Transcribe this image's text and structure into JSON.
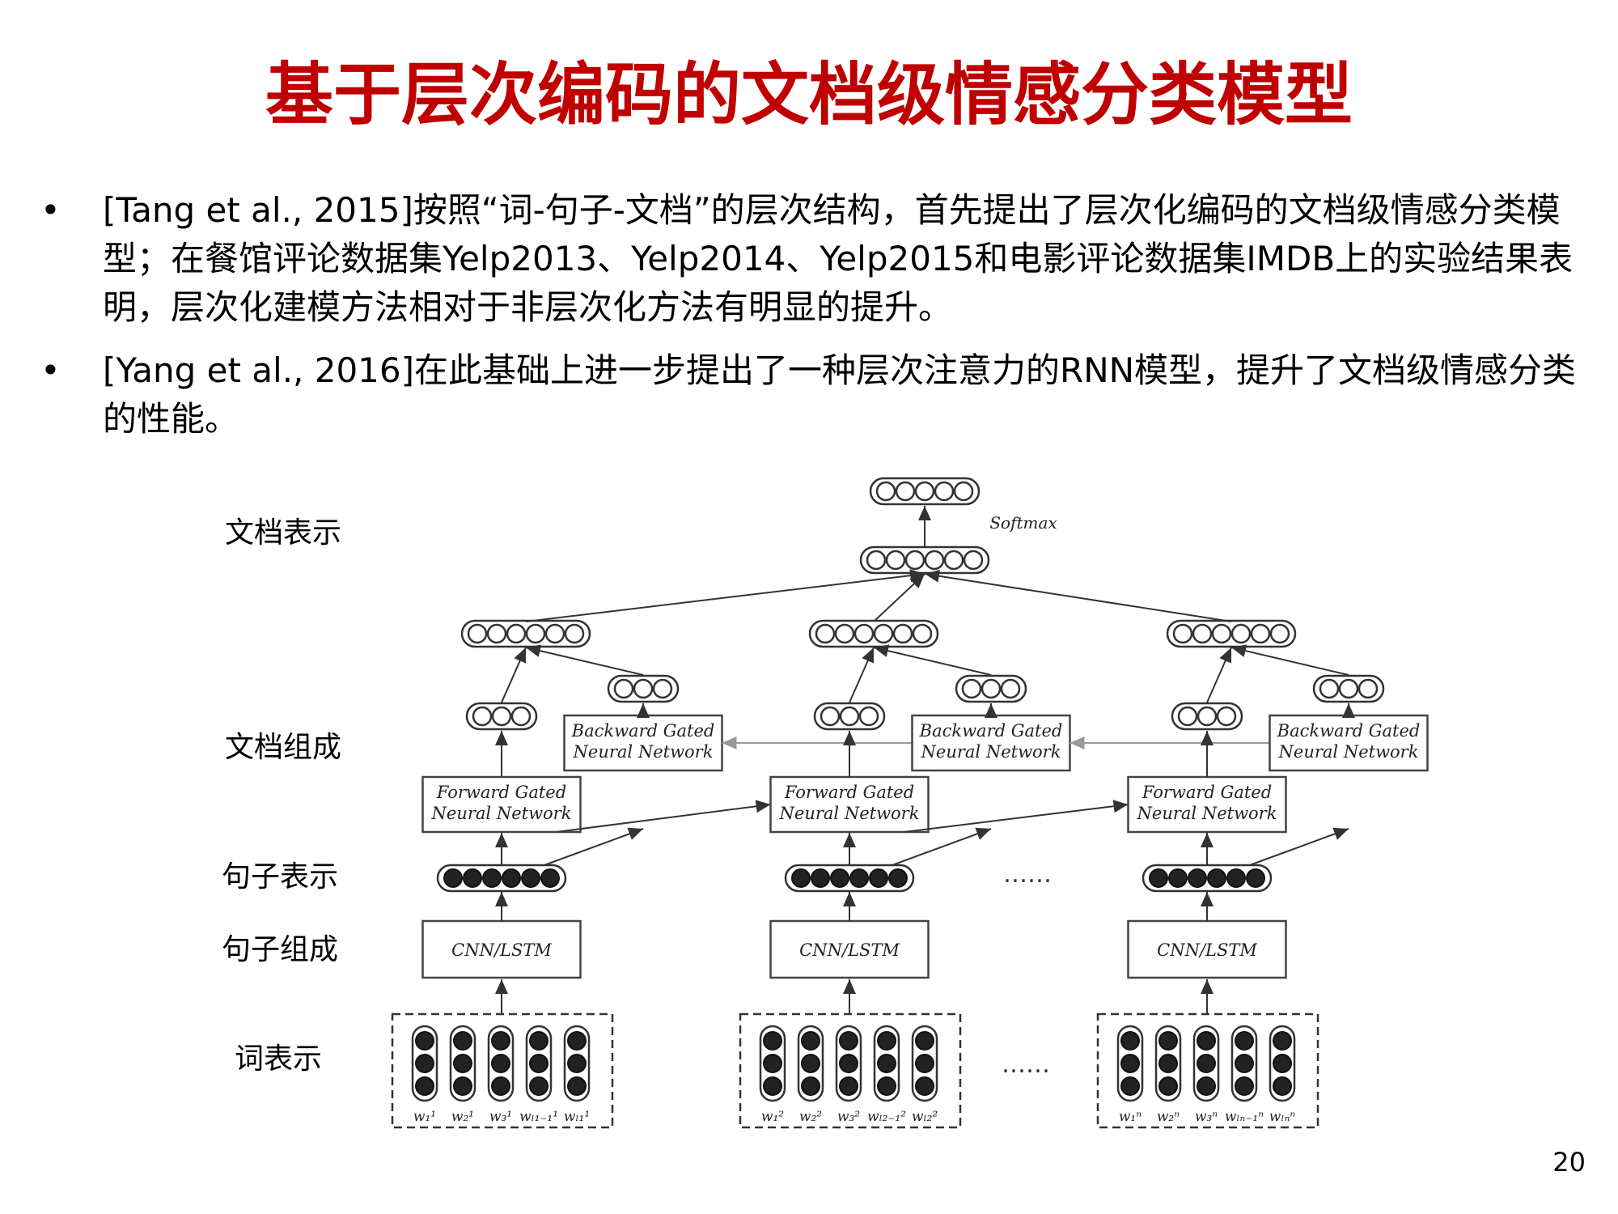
{
  "title": "基于层次编码的文档级情感分类模型",
  "bullets": [
    {
      "marker": "•",
      "text": "[Tang et al., 2015]按照“词-句子-文档”的层次结构，首先提出了层次化编码的文档级情感分类模型；在餐馆评论数据集Yelp2013、Yelp2014、Yelp2015和电影评论数据集IMDB上的实验结果表明，层次化建模方法相对于非层次化方法有明显的提升。"
    },
    {
      "marker": "•",
      "text": "[Yang et al., 2016]在此基础上进一步提出了一种层次注意力的RNN模型，提升了文档级情感分类的性能。"
    }
  ],
  "diagram": {
    "levels": {
      "doc_repr": "文档表示",
      "doc_comp": "文档组成",
      "sent_repr": "句子表示",
      "sent_comp": "句子组成",
      "word_repr": "词表示"
    },
    "softmax": "Softmax",
    "forward_line1": "Forward Gated",
    "forward_line2": "Neural Network",
    "backward_line1": "Backward Gated",
    "backward_line2": "Neural Network",
    "sentence_encoder": "CNN/LSTM",
    "ellipsis": "……",
    "word_labels": [
      [
        "w₁¹",
        "w₂¹",
        "w₃¹",
        "wₗ₁₋₁¹",
        "wₗ₁¹"
      ],
      [
        "w₁²",
        "w₂²",
        "w₃²",
        "wₗ₂₋₁²",
        "wₗ₂²"
      ],
      [
        "w₁ⁿ",
        "w₂ⁿ",
        "w₃ⁿ",
        "wₗₙ₋₁ⁿ",
        "wₗₙⁿ"
      ]
    ]
  },
  "page_number": "20"
}
